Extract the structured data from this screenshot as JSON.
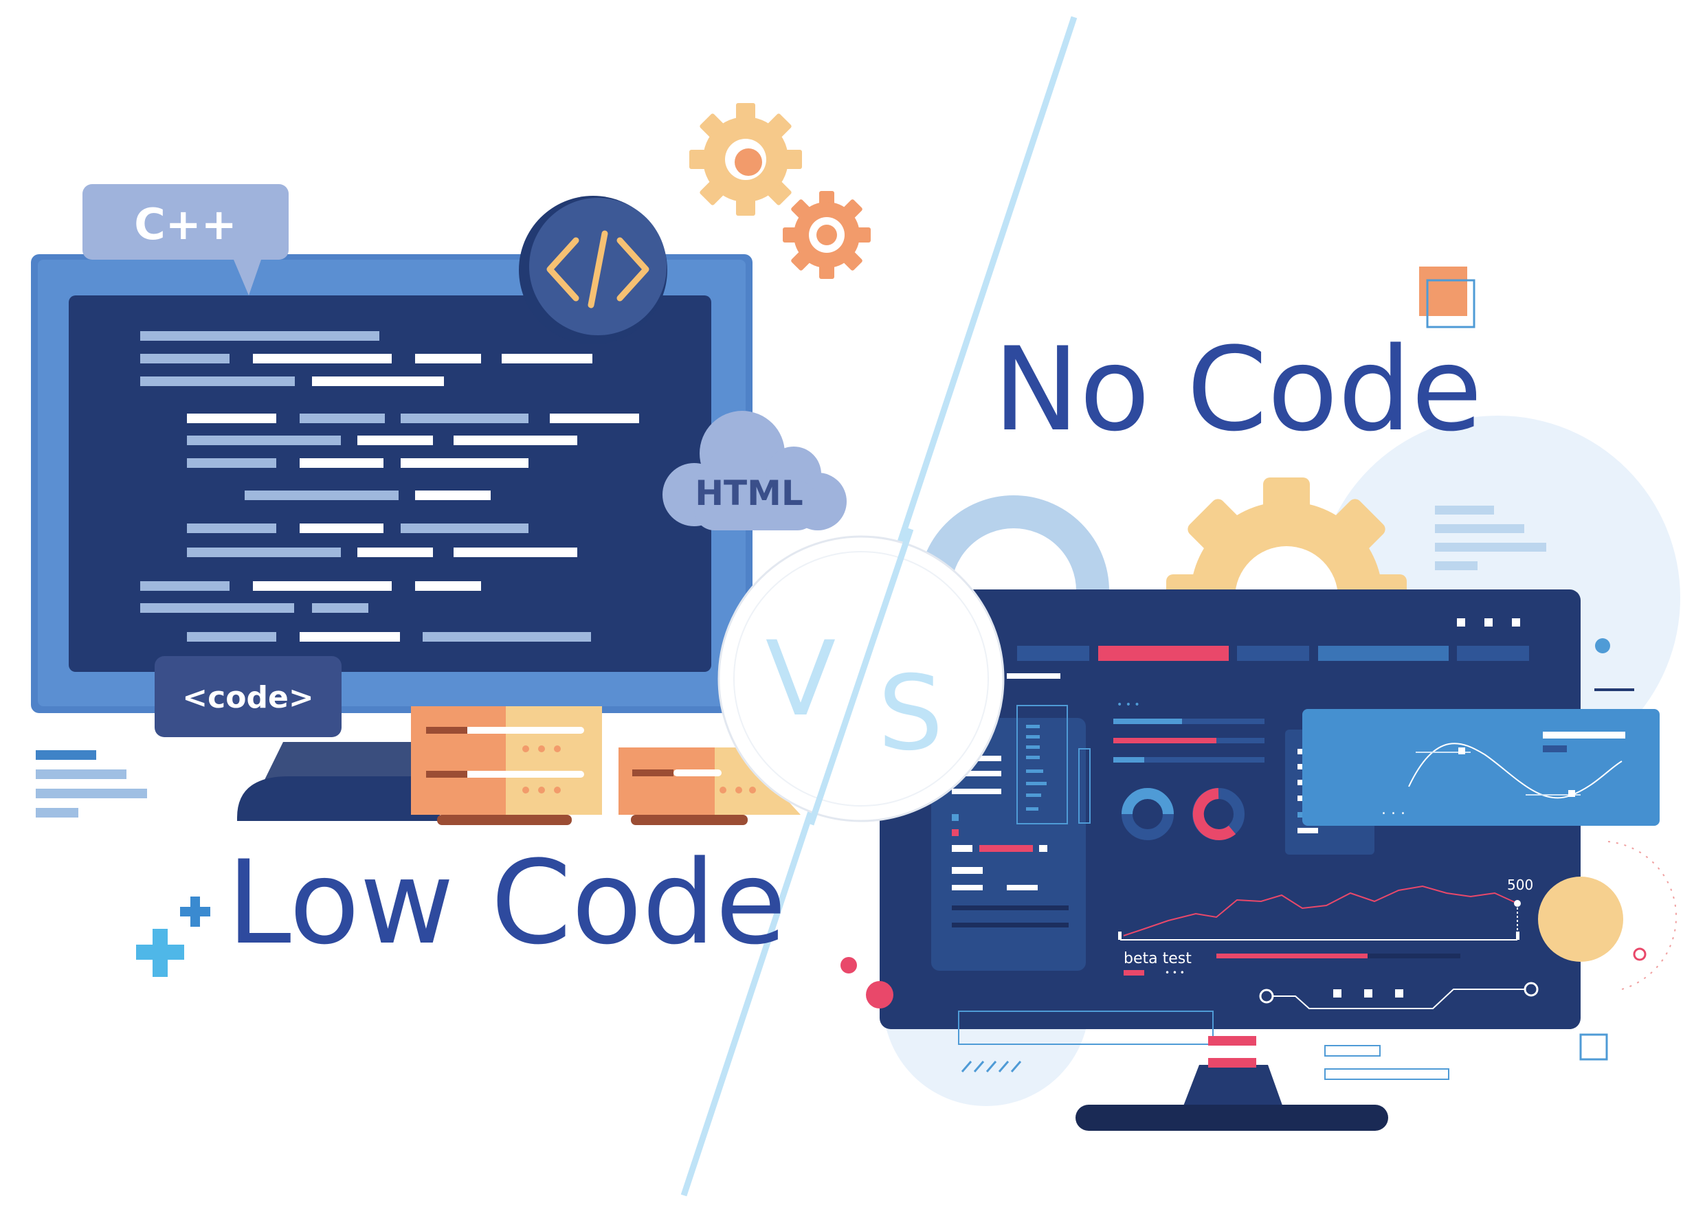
{
  "left": {
    "title": "Low Code",
    "bubble": "C++",
    "cloud": "HTML",
    "tag": "<code>",
    "icon": "code-brackets-icon"
  },
  "center": {
    "v": "V",
    "s": "S"
  },
  "right": {
    "title": "No Code",
    "chart_value": "500",
    "beta_label": "beta test"
  },
  "colors": {
    "navy": "#233a72",
    "blue": "#4f82c8",
    "title": "#2e4a9e",
    "pale": "#9fb8dd",
    "orange": "#f29b6b",
    "peach": "#f6d08f",
    "red": "#e9486a",
    "sky": "#bfe3f7"
  }
}
